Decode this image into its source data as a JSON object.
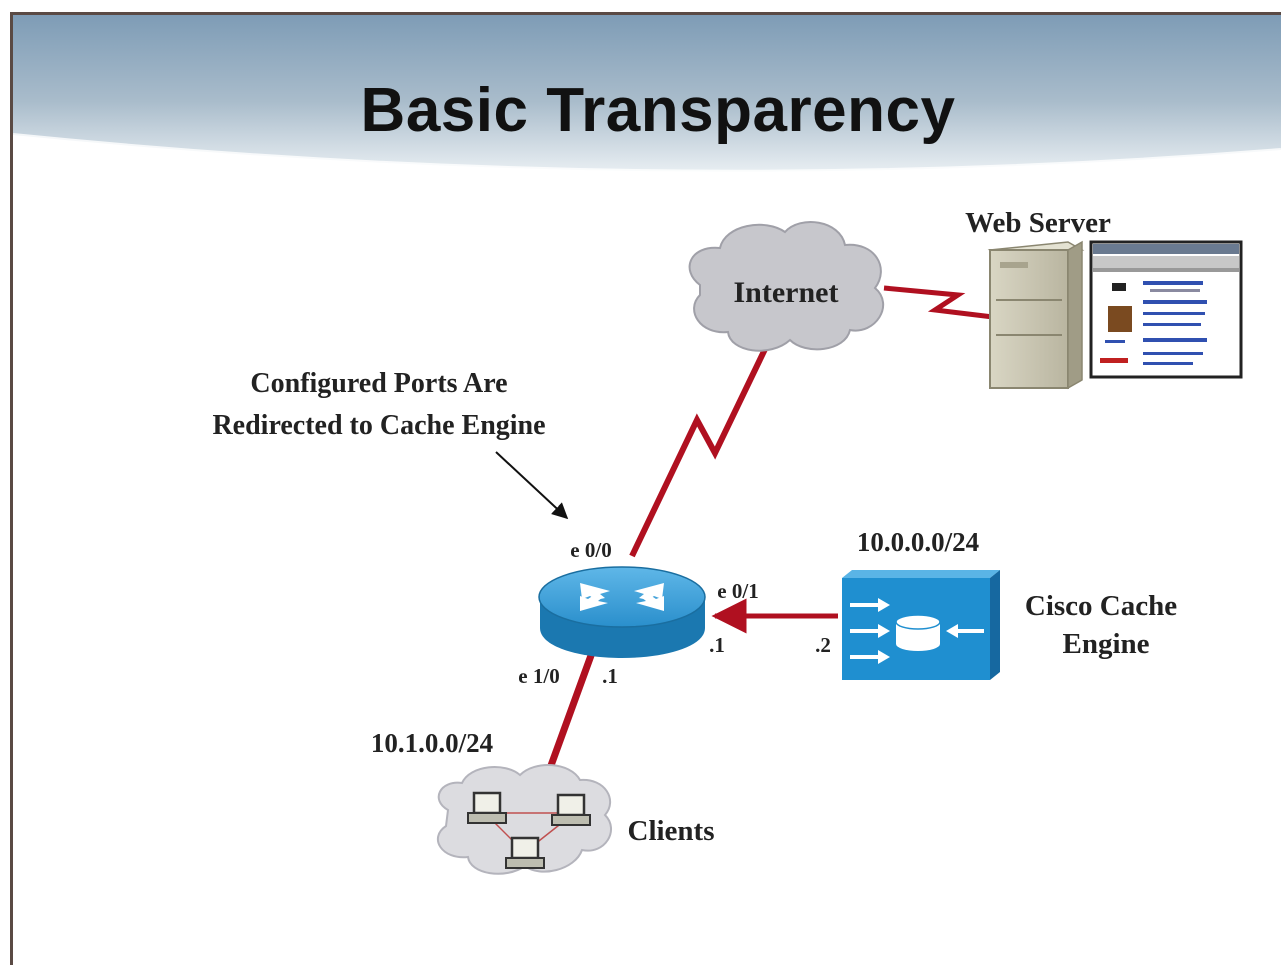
{
  "slide": {
    "title": "Basic Transparency"
  },
  "nodes": {
    "internet": "Internet",
    "web_server": "Web Server",
    "cache_engine": [
      "Cisco Cache",
      "Engine"
    ],
    "clients": "Clients"
  },
  "annotation": [
    "Configured Ports Are",
    "Redirected to Cache Engine"
  ],
  "interfaces": {
    "e00": "e 0/0",
    "e01": "e 0/1",
    "e10": "e 1/0",
    "router_e01_addr": ".1",
    "cache_addr": ".2",
    "router_e10_addr": ".1"
  },
  "networks": {
    "cache_net": "10.0.0.0/24",
    "client_net": "10.1.0.0/24"
  },
  "colors": {
    "link": "#b01020",
    "router": "#1e88c0",
    "cache_engine": "#1f8fd0",
    "cloud": "#c8c8cc",
    "header_band": "#8aa9c0"
  }
}
